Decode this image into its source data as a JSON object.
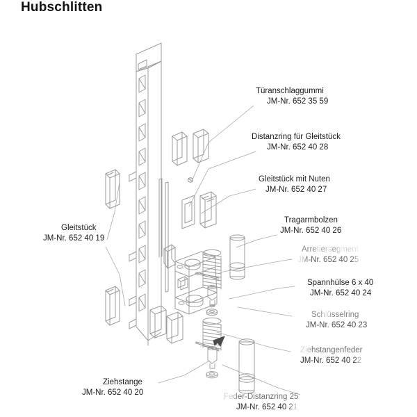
{
  "document": {
    "title": "Hubschlitten",
    "language": "de",
    "kind": "exploded-parts-diagram",
    "line_color": "#9a9a9a",
    "text_color": "#1a1a1a",
    "background": "#ffffff"
  },
  "labels": [
    {
      "id": "tueranschlaggummi",
      "name": "Türanschlaggummi",
      "part_number": "JM-Nr. 652 35 59",
      "align": "left",
      "degraded": false
    },
    {
      "id": "distanzring-gleitstueck",
      "name": "Distanzring für Gleitstück",
      "part_number": "JM-Nr. 652 40 28",
      "align": "left",
      "degraded": false
    },
    {
      "id": "gleitstueck-mit-nuten",
      "name": "Gleitstück mit Nuten",
      "part_number": "JM-Nr. 652 40 27",
      "align": "left",
      "degraded": false
    },
    {
      "id": "tragarmbolzen",
      "name": "Tragarmbolzen",
      "part_number": "JM-Nr. 652 40 26",
      "align": "left",
      "degraded": false
    },
    {
      "id": "arretiersegment",
      "name": "Arretiersegment",
      "part_number": "JM-Nr. 652 40 25",
      "align": "left",
      "degraded": true
    },
    {
      "id": "spannhuelse",
      "name": "Spannhülse 6 x 40",
      "part_number": "JM-Nr. 652 40 24",
      "align": "left",
      "degraded": false
    },
    {
      "id": "schluesselring",
      "name": "Schlüsselring",
      "part_number": "JM-Nr. 652 40 23",
      "align": "left",
      "degraded": true
    },
    {
      "id": "ziehstangenfeder",
      "name": "Ziehstangenfeder",
      "part_number": "JM-Nr. 652 40 22",
      "align": "left",
      "degraded": true
    },
    {
      "id": "feder-distanzring",
      "name": "Feder-Distanzring 25",
      "part_number": "JM-Nr. 652 40 21",
      "align": "left",
      "degraded": true
    },
    {
      "id": "ziehstange",
      "name": "Ziehstange",
      "part_number": "JM-Nr. 652 40 20",
      "align": "left",
      "degraded": false
    },
    {
      "id": "gleitstueck",
      "name": "Gleitstück",
      "part_number": "JM-Nr. 652 40 19",
      "align": "left",
      "degraded": false
    }
  ]
}
